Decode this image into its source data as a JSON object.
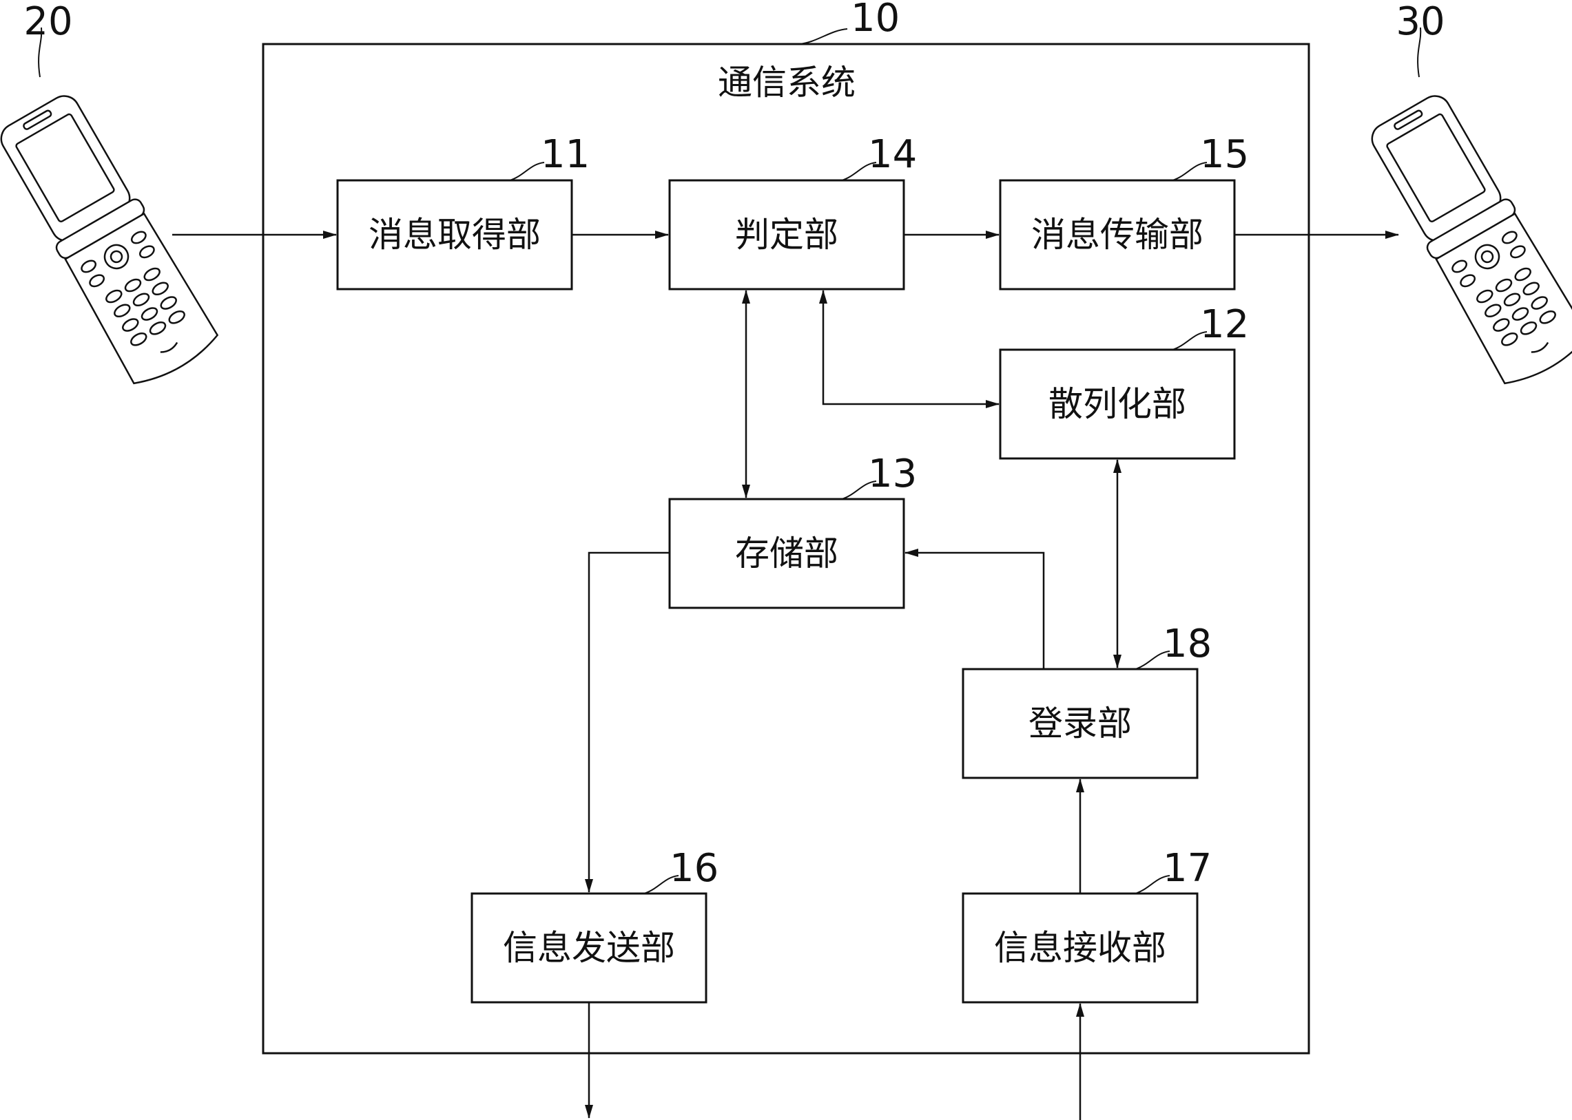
{
  "system": {
    "title": "通信系统",
    "ref": "10"
  },
  "phones": {
    "sender_ref": "20",
    "receiver_ref": "30"
  },
  "blocks": {
    "message_acquisition": {
      "label": "消息取得部",
      "ref": "11"
    },
    "hashing": {
      "label": "散列化部",
      "ref": "12"
    },
    "storage": {
      "label": "存储部",
      "ref": "13"
    },
    "judgment": {
      "label": "判定部",
      "ref": "14"
    },
    "message_transmission": {
      "label": "消息传输部",
      "ref": "15"
    },
    "info_sending": {
      "label": "信息发送部",
      "ref": "16"
    },
    "info_receiving": {
      "label": "信息接收部",
      "ref": "17"
    },
    "registration": {
      "label": "登录部",
      "ref": "18"
    }
  }
}
